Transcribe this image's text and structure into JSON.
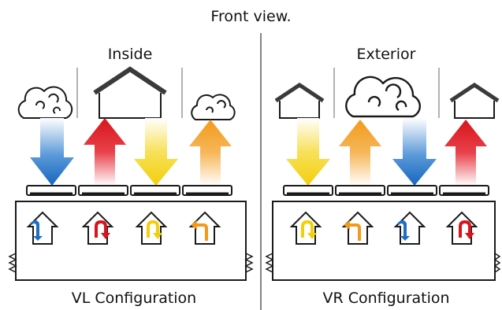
{
  "title": "Front view.",
  "left_panel": {
    "label": "Inside",
    "caption": "VL Configuration"
  },
  "right_panel": {
    "label": "Exterior",
    "caption": "VR Configuration"
  },
  "colors": {
    "cold_supply": "#1f6fc1",
    "warm_extract": "#d9141b",
    "warm_supply": "#f4d40f",
    "hot_extract": "#f39a1b",
    "outline": "#1a1a1a",
    "roof": "#3a3a3a"
  }
}
